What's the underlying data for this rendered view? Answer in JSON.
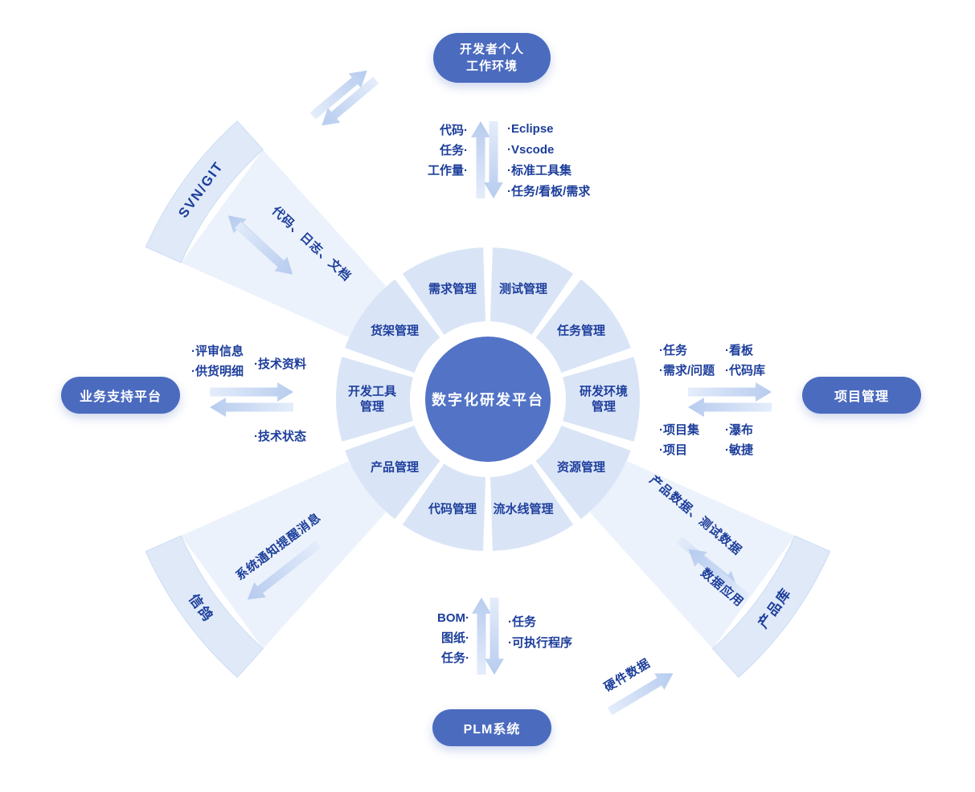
{
  "center_label": "数字化研发平台",
  "wheel": {
    "segments": [
      [
        "研发环境",
        "管理"
      ],
      [
        "任务管理"
      ],
      [
        "测试管理"
      ],
      [
        "需求管理"
      ],
      [
        "货架管理"
      ],
      [
        "开发工具",
        "管理"
      ],
      [
        "产品管理"
      ],
      [
        "代码管理"
      ],
      [
        "流水线管理"
      ],
      [
        "资源管理"
      ]
    ]
  },
  "nodes": {
    "developer": {
      "lines": [
        "开发者个人",
        "工作环境"
      ]
    },
    "svn": {
      "label": "SVN/GIT"
    },
    "business": {
      "label": "业务支持平台"
    },
    "messenger": {
      "label": "信鸽"
    },
    "plm": {
      "label": "PLM系统"
    },
    "product_library": {
      "label": "产品库"
    },
    "project": {
      "label": "项目管理"
    }
  },
  "flows": {
    "developer_up": [
      "代码·",
      "任务·",
      "工作量·"
    ],
    "developer_down": [
      "·Eclipse",
      "·Vscode",
      "·标准工具集",
      "·任务/看板/需求"
    ],
    "svn": "代码、日志、文档",
    "business_in_left": [
      "·评审信息",
      "·供货明细"
    ],
    "business_in_right": "·技术资料",
    "business_out": "·技术状态",
    "messenger": "系统通知提醒消息",
    "project_top_left": [
      "·任务",
      "·需求/问题"
    ],
    "project_top_right": [
      "·看板",
      "·代码库"
    ],
    "project_bottom_left": [
      "·项目集",
      "·项目"
    ],
    "project_bottom_right": [
      "·瀑布",
      "·敏捷"
    ],
    "plm_up": [
      "BOM·",
      "图纸·",
      "任务·"
    ],
    "plm_down": [
      "·任务",
      "·可执行程序"
    ],
    "product_library_in": "产品数据、测试数据",
    "product_library_out": "数据应用",
    "hardware": "硬件数据"
  },
  "colors": {
    "primary": "#4b6bbf",
    "center": "#5273c6",
    "segment_fill": "#d9e5f6",
    "label_text": "#1d3e9b",
    "arrow_light": "#e3ecfa",
    "arrow_dark": "#b3c9ee",
    "band_fill": "#dfe9f8",
    "beam_fill": "#e9f0fa"
  }
}
